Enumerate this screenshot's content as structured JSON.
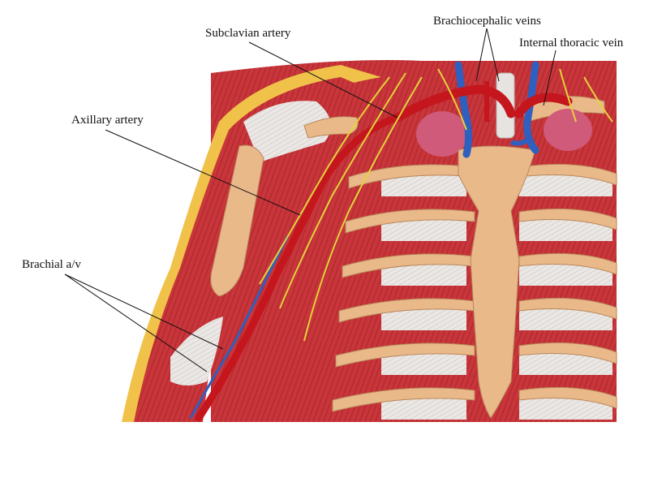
{
  "labels": {
    "brachiocephalic_veins": "Brachiocephalic veins",
    "subclavian_artery": "Subclavian artery",
    "internal_thoracic_vein": "Internal thoracic vein",
    "axillary_artery": "Axillary artery",
    "brachial_av": "Brachial a/v"
  },
  "colors": {
    "muscle": "#c8353a",
    "muscle_dark": "#8e1e22",
    "bone": "#e9b98a",
    "cartilage": "#f2d2b4",
    "tendon": "#e6e3e0",
    "artery": "#c4161c",
    "vein": "#2f5fbf",
    "nerve": "#e4d23c",
    "lung": "#cf5a7a",
    "skin_fat": "#f0c24a"
  }
}
